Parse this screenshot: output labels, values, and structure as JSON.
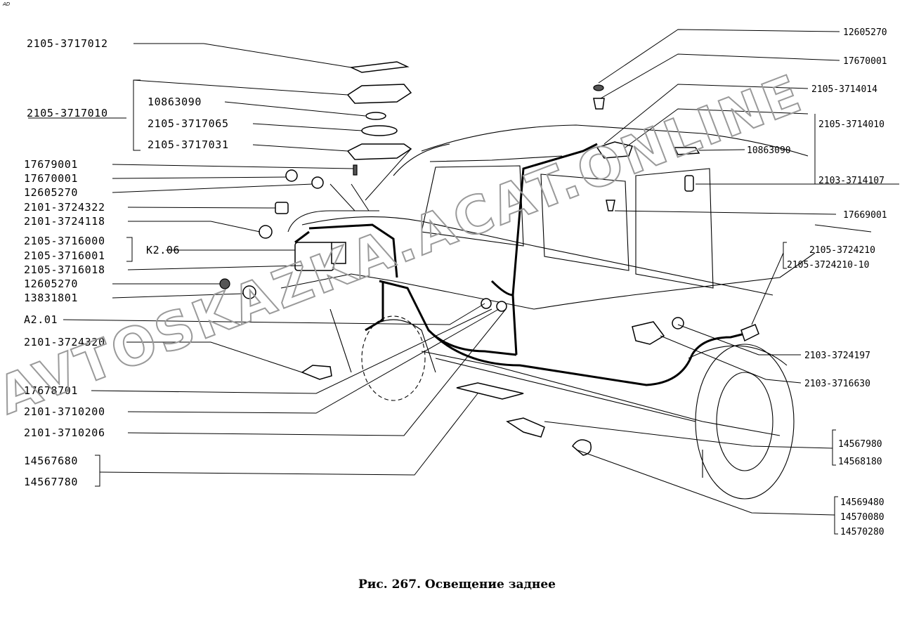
{
  "corner_mark": "AD",
  "caption": "Рис. 267. Освещение заднее",
  "watermark": "AVTOSKAZKA.ACAT.ONLINE",
  "left_labels": {
    "l01": "2105-3717012",
    "l02": "2105-3717010",
    "l03": "10863090",
    "l04": "2105-3717065",
    "l05": "2105-3717031",
    "l06": "17679001",
    "l07": "17670001",
    "l08": "12605270",
    "l09": "2101-3724322",
    "l10": "2101-3724118",
    "l11": "2105-3716000",
    "l12": "2105-3716001",
    "l13": "K2.06",
    "l14": "2105-3716018",
    "l15": "12605270",
    "l16": "13831801",
    "l17": "A2.01",
    "l18": "2101-3724320",
    "l19": "17678701",
    "l20": "2101-3710200",
    "l21": "2101-3710206",
    "l22": "14567680",
    "l23": "14567780"
  },
  "right_labels": {
    "r01": "12605270",
    "r02": "17670001",
    "r03": "2105-3714014",
    "r04": "2105-3714010",
    "r05": "10863090",
    "r06": "2103-3714107",
    "r07": "17669001",
    "r08": "2105-3724210",
    "r09": "2105-3724210-10",
    "r10": "2103-3724197",
    "r11": "2103-3716630",
    "r12": "14567980",
    "r13": "14568180",
    "r14": "14569480",
    "r15": "14570080",
    "r16": "14570280"
  }
}
